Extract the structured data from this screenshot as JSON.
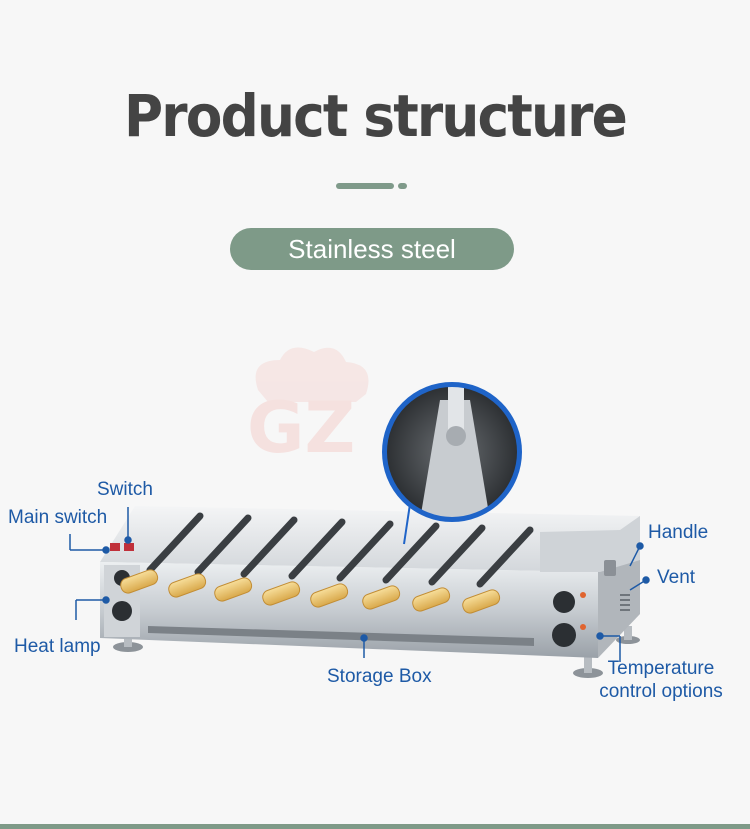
{
  "header": {
    "title": "Product structure"
  },
  "badge": {
    "material": "Stainless steel"
  },
  "watermark": {
    "text": "GZ"
  },
  "callouts": {
    "switch": "Switch",
    "main_switch": "Main switch",
    "heat_lamp": "Heat lamp",
    "storage_box": "Storage Box",
    "handle": "Handle",
    "vent": "Vent",
    "temperature": "Temperature control options"
  },
  "colors": {
    "accent": "#7e9a88",
    "label": "#1e5aa6",
    "title": "#444444"
  },
  "icons": [
    "chef-hat-watermark-icon",
    "zoom-magnifier-icon",
    "connector-dot-icon"
  ]
}
